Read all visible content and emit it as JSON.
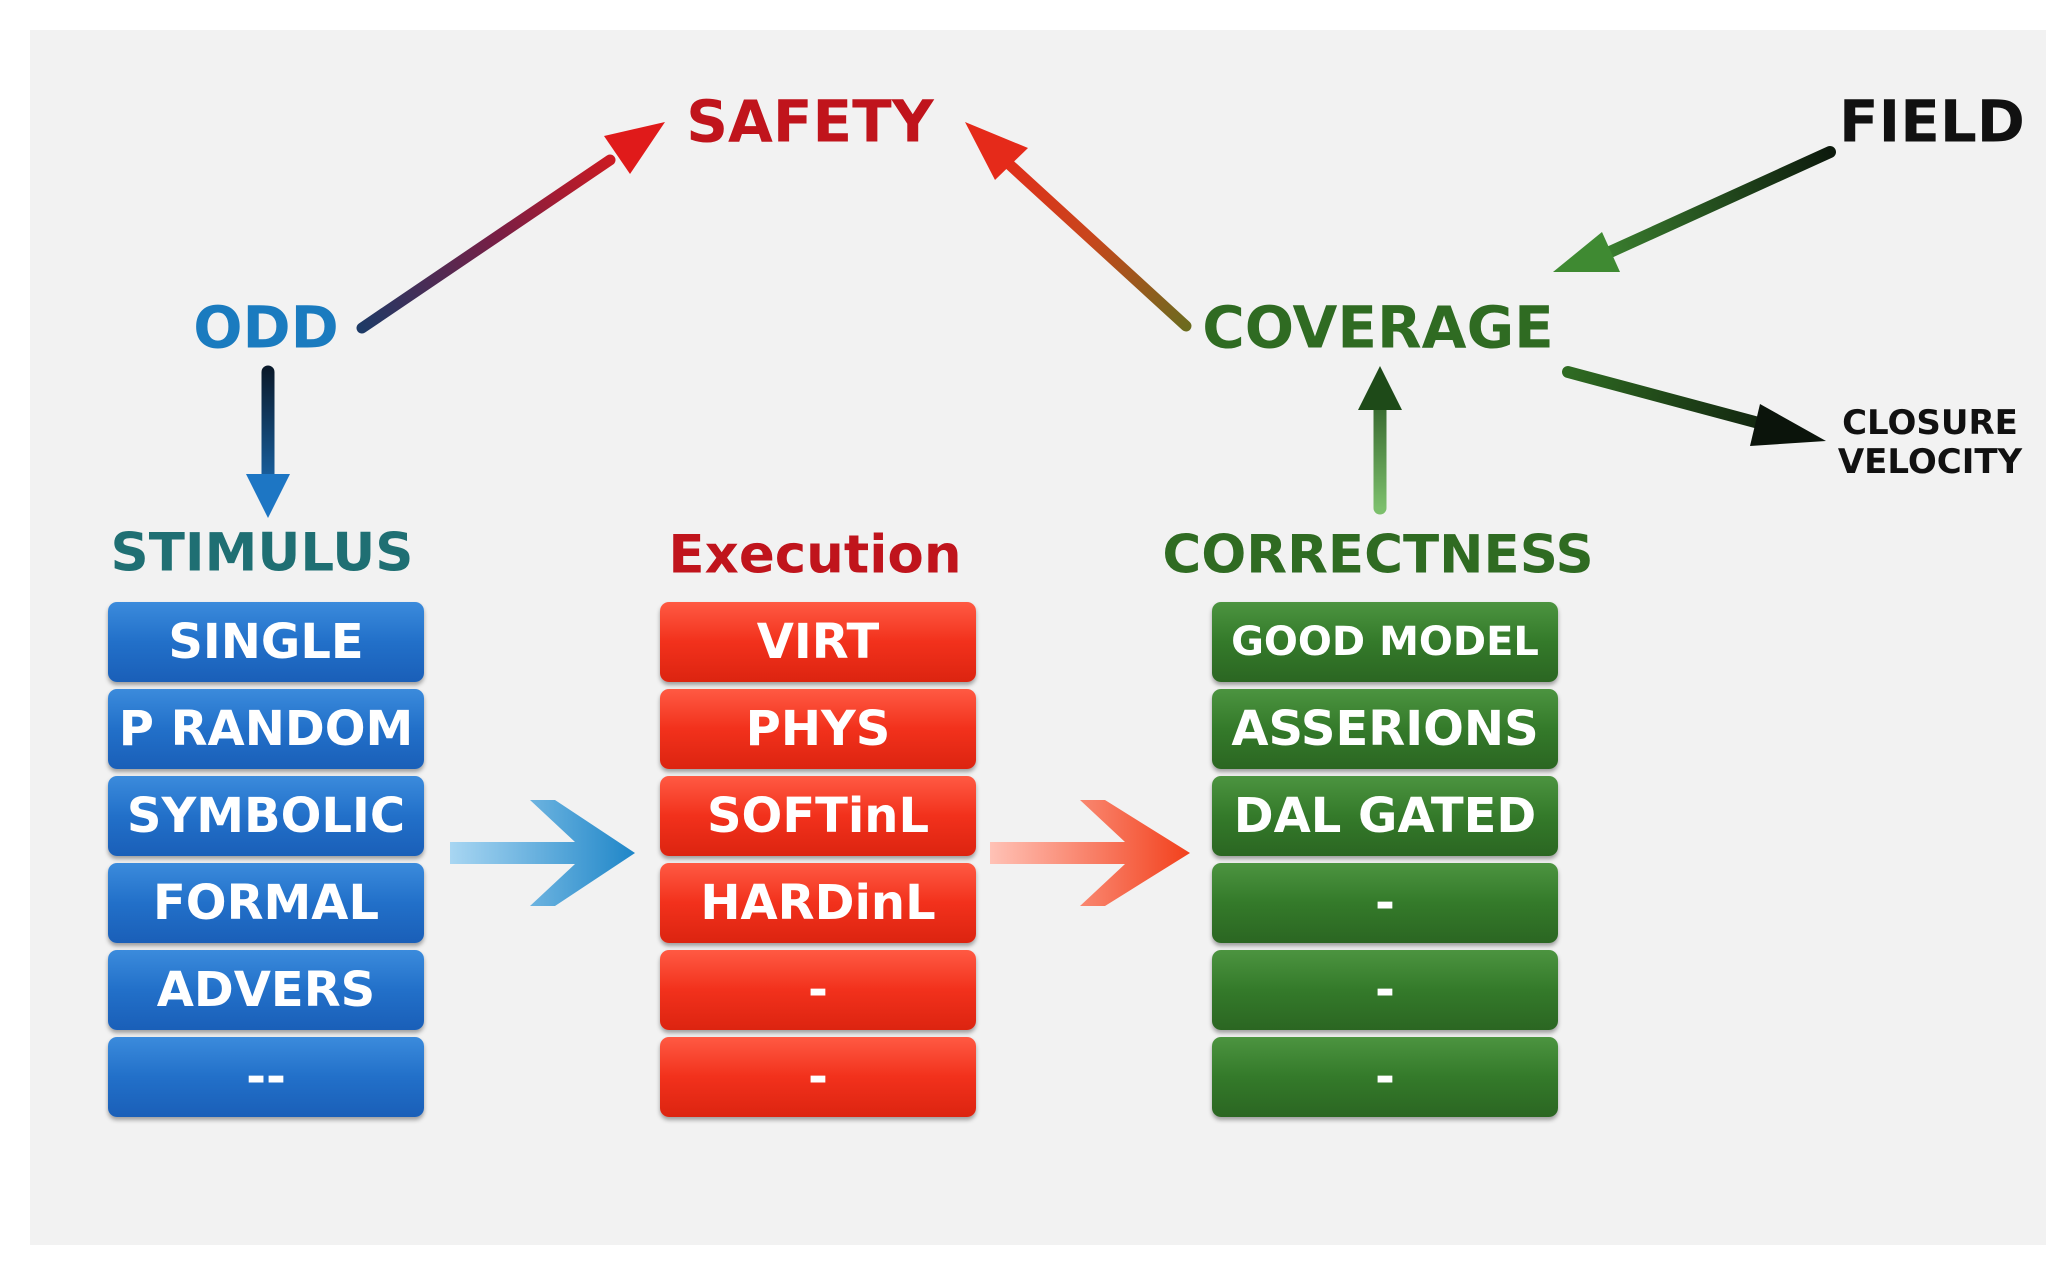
{
  "nodes": {
    "safety": "SAFETY",
    "field": "FIELD",
    "odd": "ODD",
    "coverage": "COVERAGE",
    "closure_velocity": "CLOSURE\nVELOCITY"
  },
  "columns": {
    "stimulus": {
      "header": "STIMULUS",
      "items": [
        "SINGLE",
        "P RANDOM",
        "SYMBOLIC",
        "FORMAL",
        "ADVERS",
        "--"
      ]
    },
    "execution": {
      "header": "Execution",
      "items": [
        "VIRT",
        "PHYS",
        "SOFTinL",
        "HARDinL",
        "-",
        "-"
      ]
    },
    "correctness": {
      "header": "CORRECTNESS",
      "items": [
        "GOOD MODEL",
        "ASSERIONS",
        "DAL GATED",
        "-",
        "-",
        "-"
      ]
    }
  },
  "colors": {
    "safety": "#c0141c",
    "odd": "#1a7bbf",
    "stimulus": "#1f6f73",
    "execution": "#c0141c",
    "correctness": "#2f6b22",
    "coverage": "#2f6b22",
    "field": "#111111",
    "blue_cell": "#2270c9",
    "red_cell": "#f2311c",
    "green_cell": "#347a2a"
  }
}
